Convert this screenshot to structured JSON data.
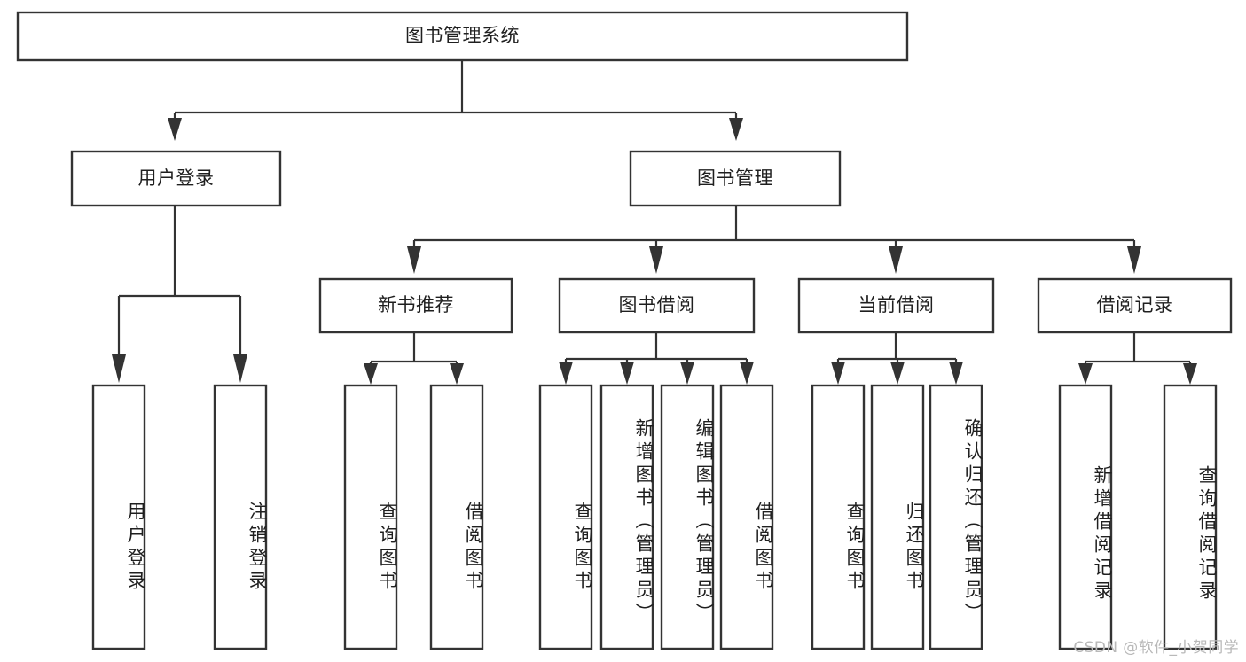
{
  "diagram": {
    "kind": "tree-structure-chart",
    "title": "图书管理系统",
    "watermark": "CSDN @软件_小贺同学",
    "colors": {
      "stroke": "#333333",
      "box_fill": "#ffffff",
      "text": "#1f1f1f",
      "background": "#ffffff",
      "watermark": "#b9b9b9"
    },
    "levels": [
      {
        "level": 1,
        "nodes": [
          {
            "id": "root",
            "label": "图书管理系统",
            "orientation": "horizontal"
          }
        ]
      },
      {
        "level": 2,
        "nodes": [
          {
            "id": "login",
            "label": "用户登录",
            "orientation": "horizontal",
            "parent": "root"
          },
          {
            "id": "bookmgmt",
            "label": "图书管理",
            "orientation": "horizontal",
            "parent": "root"
          }
        ]
      },
      {
        "level": 3,
        "nodes": [
          {
            "id": "newbook",
            "label": "新书推荐",
            "orientation": "horizontal",
            "parent": "bookmgmt"
          },
          {
            "id": "borrow",
            "label": "图书借阅",
            "orientation": "horizontal",
            "parent": "bookmgmt"
          },
          {
            "id": "current",
            "label": "当前借阅",
            "orientation": "horizontal",
            "parent": "bookmgmt"
          },
          {
            "id": "records",
            "label": "借阅记录",
            "orientation": "horizontal",
            "parent": "bookmgmt"
          }
        ]
      },
      {
        "level": 4,
        "nodes": [
          {
            "id": "leaf1",
            "label": "用户登录",
            "orientation": "vertical",
            "parent": "login"
          },
          {
            "id": "leaf2",
            "label": "注销登录",
            "orientation": "vertical",
            "parent": "login"
          },
          {
            "id": "leaf3",
            "label": "查询图书",
            "orientation": "vertical",
            "parent": "newbook"
          },
          {
            "id": "leaf4",
            "label": "借阅图书",
            "orientation": "vertical",
            "parent": "newbook"
          },
          {
            "id": "leaf5",
            "label": "查询图书",
            "orientation": "vertical",
            "parent": "borrow"
          },
          {
            "id": "leaf6",
            "label": "新增图书（管理员）",
            "orientation": "vertical",
            "parent": "borrow"
          },
          {
            "id": "leaf7",
            "label": "编辑图书（管理员）",
            "orientation": "vertical",
            "parent": "borrow"
          },
          {
            "id": "leaf8",
            "label": "借阅图书",
            "orientation": "vertical",
            "parent": "borrow"
          },
          {
            "id": "leaf9",
            "label": "查询图书",
            "orientation": "vertical",
            "parent": "current"
          },
          {
            "id": "leaf10",
            "label": "归还图书",
            "orientation": "vertical",
            "parent": "current"
          },
          {
            "id": "leaf11",
            "label": "确认归还（管理员）",
            "orientation": "vertical",
            "parent": "current"
          },
          {
            "id": "leaf12",
            "label": "新增借阅记录",
            "orientation": "vertical",
            "parent": "records"
          },
          {
            "id": "leaf13",
            "label": "查询借阅记录",
            "orientation": "vertical",
            "parent": "records"
          }
        ]
      }
    ]
  }
}
